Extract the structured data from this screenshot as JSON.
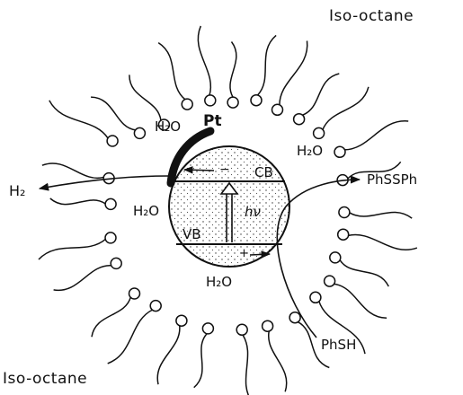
{
  "solvent_top": "Iso-octane",
  "solvent_bottom": "Iso-octane",
  "water_labels": [
    "H₂O",
    "H₂O",
    "H₂O",
    "H₂O"
  ],
  "metal_label": "Pt",
  "conduction_band": "CB",
  "valence_band": "VB",
  "photon": "hν",
  "product_hydrogen": "H₂",
  "product_disulfide": "PhSSPh",
  "reactant_thiol": "PhSH",
  "electron_symbol": "−",
  "hole_symbol": "+"
}
